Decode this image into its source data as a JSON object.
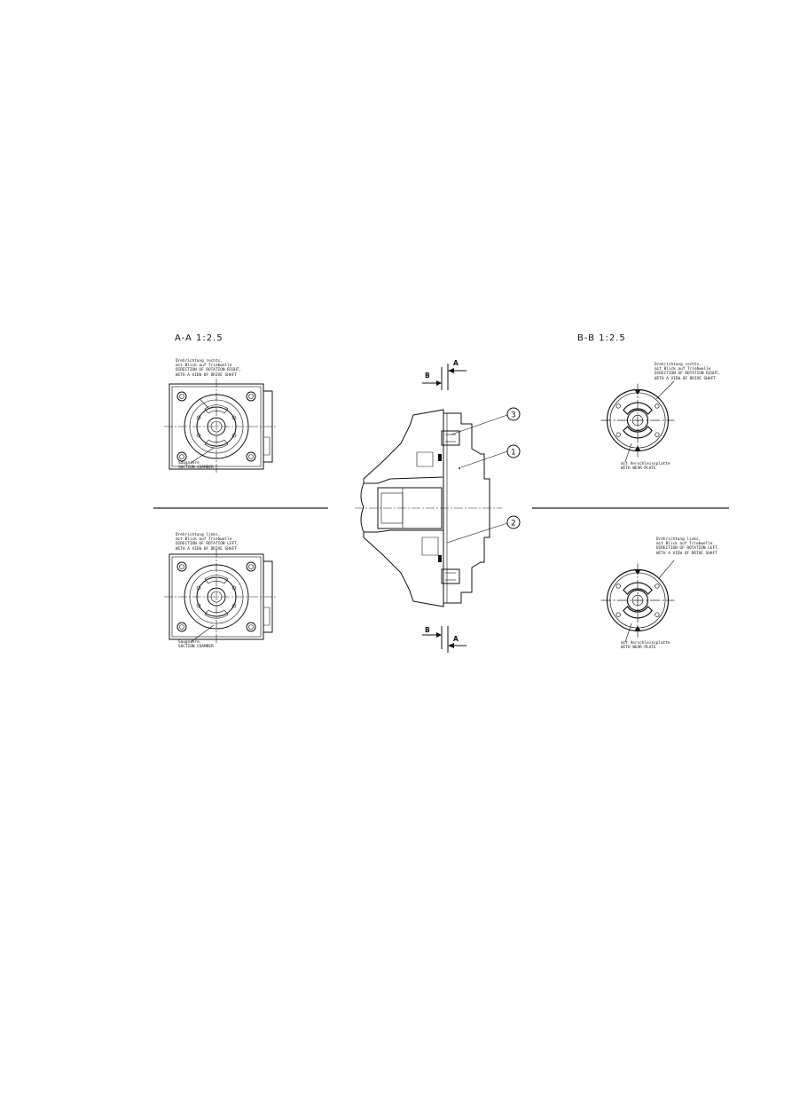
{
  "views": {
    "left_title": "A-A 1:2.5",
    "right_title": "B-B 1:2.5"
  },
  "notes": {
    "tl_line1": "Drehrichtung rechts,",
    "tl_line2": "mit Blick auf Triebwelle",
    "tl_line3": "DIRECTION OF ROTATION RIGHT,",
    "tl_line4": "WITH A VIEW OF DRIVE SHAFT",
    "tl_bottom1": "Saugniere",
    "tl_bottom2": "SUCTION CHAMBER",
    "bl_line1": "Drehrichtung links,",
    "bl_line2": "mit Blick auf Triebwelle",
    "bl_line3": "DIRECTION OF ROTATION LEFT,",
    "bl_line4": "WITH A VIEW OF DRIVE SHAFT",
    "bl_bottom1": "Saugniere",
    "bl_bottom2": "SUCTION CHAMBER",
    "tr_line1": "Drehrichtung rechts,",
    "tr_line2": "mit Blick auf Triebwelle",
    "tr_line3": "DIRECTION OF ROTATION RIGHT,",
    "tr_line4": "WITH A VIEW OF DRIVE SHAFT",
    "tr_bottom1": "mit Verschleissplatte",
    "tr_bottom2": "WITH WEAR-PLATE",
    "br_line1": "Drehrichtung links,",
    "br_line2": "mit Blick auf Triebwelle",
    "br_line3": "DIRECTION OF ROTATION LEFT,",
    "br_line4": "WITH A VIEW OF DRIVE SHAFT",
    "br_bottom1": "mit Verschleissplatte",
    "br_bottom2": "WITH WEAR-PLATE"
  },
  "section_marks": {
    "top_b": "B",
    "top_a": "A",
    "bottom_b": "B",
    "bottom_a": "A"
  },
  "balloons": {
    "one": "1",
    "two": "2",
    "three": "3"
  }
}
